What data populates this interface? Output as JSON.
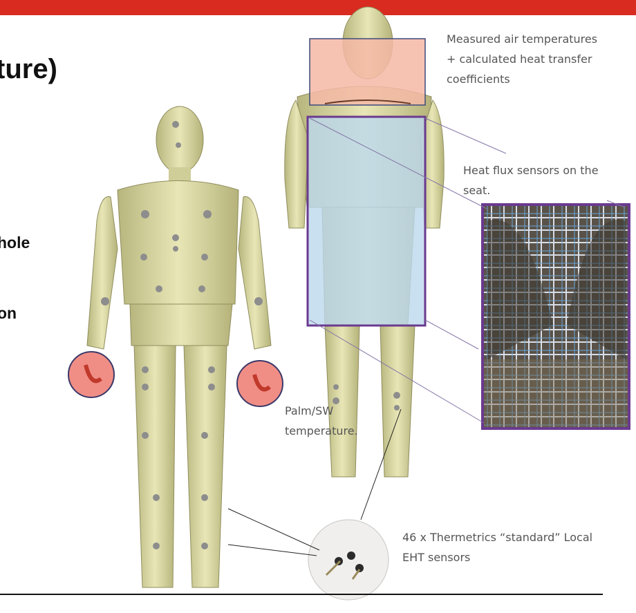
{
  "slide": {
    "title_fragment": "ture)",
    "bullet_fragment_1": "hole",
    "bullet_fragment_2": "on"
  },
  "annotations": {
    "air_temperature": {
      "line1": "Measured air temperatures",
      "line2": "+ calculated heat transfer",
      "line3": "coefficients"
    },
    "seat_heat_flux": {
      "line1": "Heat flux sensors on the",
      "line2": "seat."
    },
    "palm": {
      "line1": "Palm/SW",
      "line2": "temperature."
    },
    "eht_sensors": {
      "line1": "46 x Thermetrics “standard” Local",
      "line2": "EHT sensors"
    }
  },
  "colors": {
    "accent_bar": "#d92b1f",
    "manikin": "#d9d7a3",
    "head_region": "#f4b9a6",
    "torso_region": "#bcd8ee",
    "region_border": "#6a3a8f",
    "hand_highlight": "#f08e86"
  }
}
